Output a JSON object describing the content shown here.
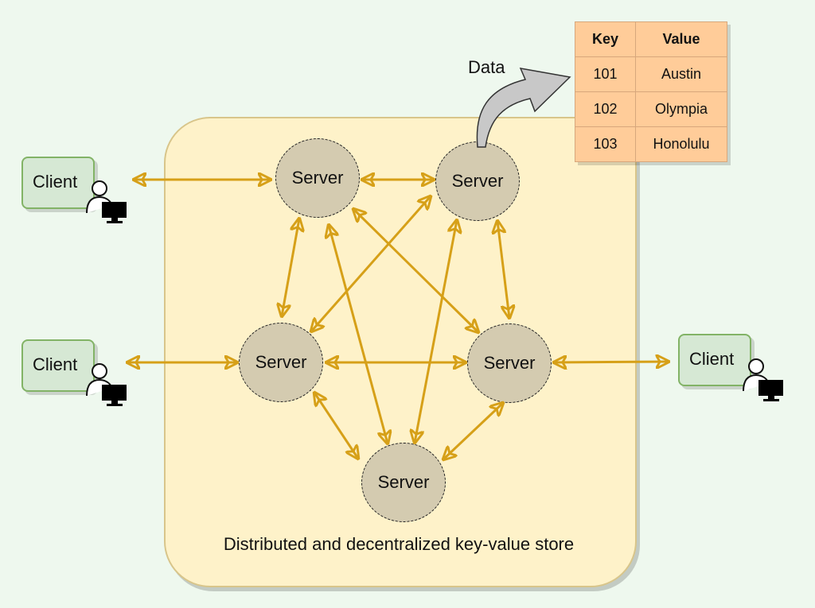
{
  "cluster": {
    "label": "Distributed and decentralized key-value store"
  },
  "servers": [
    {
      "id": "top-left",
      "label": "Server"
    },
    {
      "id": "top-right",
      "label": "Server"
    },
    {
      "id": "mid-left",
      "label": "Server"
    },
    {
      "id": "mid-right",
      "label": "Server"
    },
    {
      "id": "bottom",
      "label": "Server"
    }
  ],
  "clients": [
    {
      "id": "left-top",
      "label": "Client"
    },
    {
      "id": "left-bottom",
      "label": "Client"
    },
    {
      "id": "right",
      "label": "Client"
    }
  ],
  "data_label": "Data",
  "table": {
    "headers": [
      "Key",
      "Value"
    ],
    "rows": [
      [
        "101",
        "Austin"
      ],
      [
        "102",
        "Olympia"
      ],
      [
        "103",
        "Honolulu"
      ]
    ]
  },
  "colors": {
    "arrow": "#d6a018",
    "server_fill": "#d4cbb0",
    "cluster_fill": "#fef2c9",
    "client_fill": "#d6e8d4",
    "client_border": "#82b366",
    "table_fill": "#ffcc99"
  },
  "icons": {
    "client": "user-at-computer-icon",
    "data": "curved-arrow-icon"
  }
}
